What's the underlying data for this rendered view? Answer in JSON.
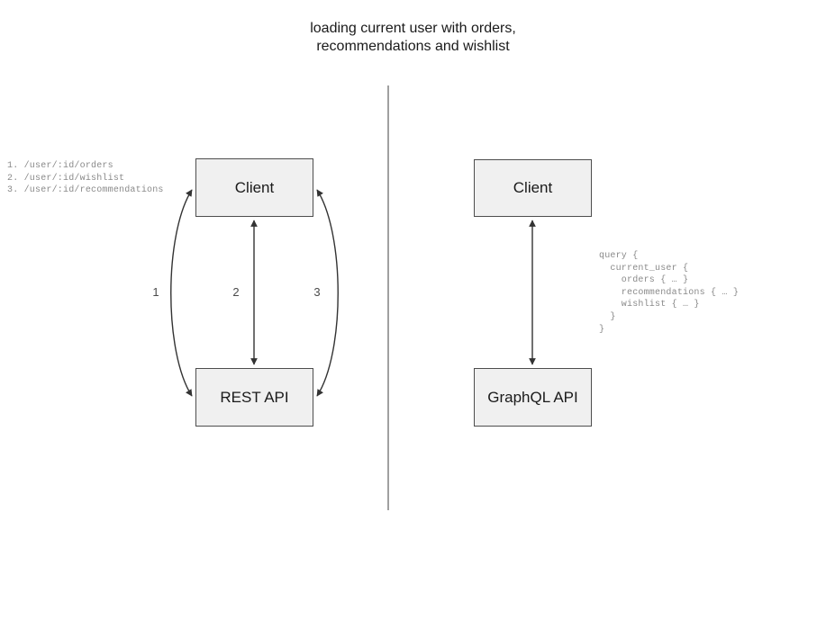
{
  "title": "loading current user with orders,\nrecommendations and wishlist",
  "colors": {
    "node_fill": "#f0f0f0",
    "node_border": "#4d4d4d",
    "edge": "#333333",
    "divider": "#777777",
    "code_text": "#8a8a8a",
    "label_text": "#4a4a4a",
    "title_text": "#1a1a1a"
  },
  "left_panel": {
    "name": "rest-approach",
    "nodes": [
      {
        "id": "client-left",
        "label": "Client"
      },
      {
        "id": "rest-api",
        "label": "REST API"
      }
    ],
    "edge_labels": [
      "1",
      "2",
      "3"
    ],
    "endpoints_text": "1. /user/:id/orders\n2. /user/:id/wishlist\n3. /user/:id/recommendations",
    "endpoints": [
      {
        "number": "1.",
        "path": "/user/:id/orders"
      },
      {
        "number": "2.",
        "path": "/user/:id/wishlist"
      },
      {
        "number": "3.",
        "path": "/user/:id/recommendations"
      }
    ]
  },
  "right_panel": {
    "name": "graphql-approach",
    "nodes": [
      {
        "id": "client-right",
        "label": "Client"
      },
      {
        "id": "graphql-api",
        "label": "GraphQL API"
      }
    ],
    "query_text": "query {\n  current_user {\n    orders { … }\n    recommendations { … }\n    wishlist { … }\n  }\n}"
  }
}
